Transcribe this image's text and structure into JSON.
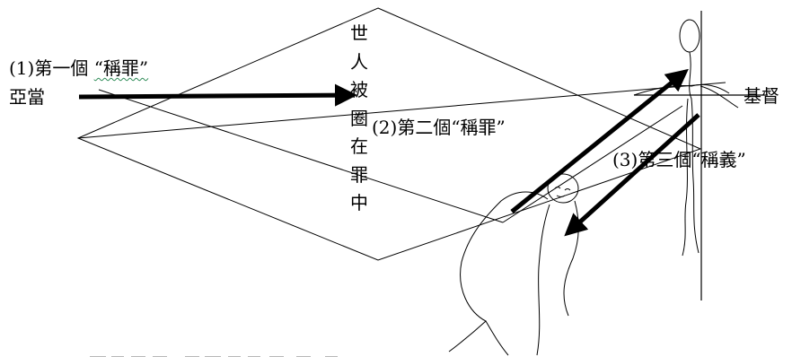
{
  "labels": {
    "first_prefix": "(1)第一個 ",
    "first_quote": "“稱罪”",
    "adam": "亞當",
    "vertical_chars": [
      "世",
      "人",
      "被",
      "圈",
      "在",
      "罪",
      "中"
    ],
    "second": "(2)第二個“稱罪”",
    "third": "(3)第三個“稱義”",
    "christ": "基督"
  },
  "colors": {
    "ink": "#000000",
    "spellcheck_underline": "#2e8b57"
  }
}
